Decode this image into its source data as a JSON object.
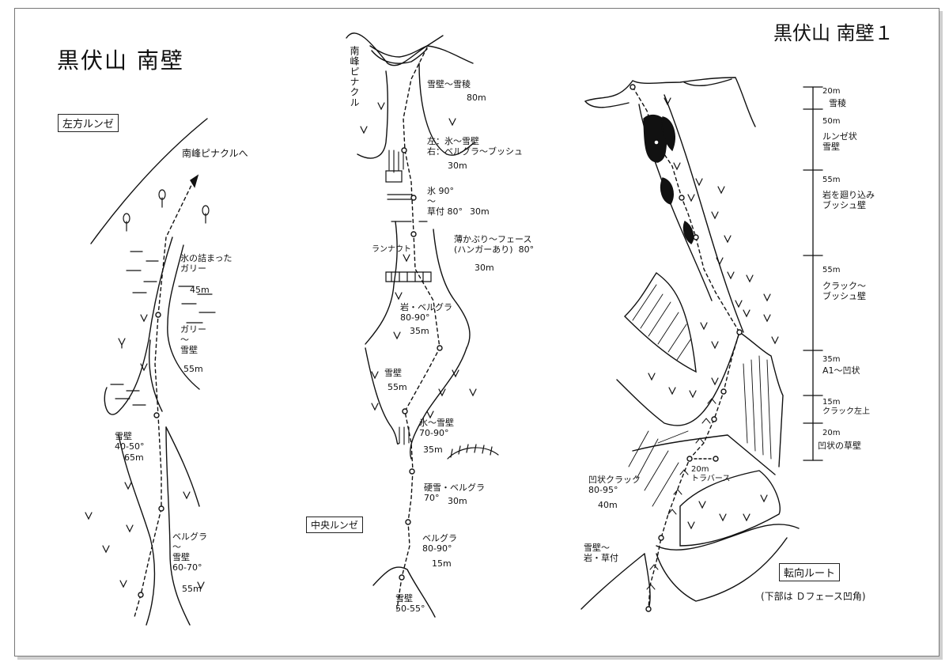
{
  "header": {
    "title": "黒伏山 南壁１",
    "handwritten_title": "黒伏山 南壁"
  },
  "left_route": {
    "name": "左方ルンゼ",
    "top_note": "南峰ピナクルへ",
    "pitches": [
      {
        "desc": "氷の詰まった\nガリー",
        "len": "45m"
      },
      {
        "desc": "ガリー\n〜\n雪壁",
        "len": "55m"
      },
      {
        "desc": "雪壁\n40-50°",
        "len": "65m"
      },
      {
        "desc": "ベルグラ\n〜\n雪壁\n60-70°",
        "len": "55m"
      }
    ]
  },
  "center_route": {
    "name": "中央ルンゼ",
    "top_label": "南峰ピナクル",
    "landmark": "ランナウト",
    "pitches": [
      {
        "desc": "雪壁〜雪稜",
        "len": "80m"
      },
      {
        "desc": "左：氷〜雪壁\n右：ベルグラ〜ブッシュ",
        "len": "30m"
      },
      {
        "desc": "氷 90°\n〜\n草付 80°",
        "len": "30m"
      },
      {
        "desc": "薄かぶり〜フェース\n(ハンガーあり)  80°",
        "len": "30m"
      },
      {
        "desc": "岩・ベルグラ\n80-90°",
        "len": "35m"
      },
      {
        "desc": "雪壁",
        "len": "55m"
      },
      {
        "desc": "氷〜雪壁\n70-90°",
        "len": "35m"
      },
      {
        "desc": "硬雪・ベルグラ\n70°",
        "len": "30m"
      },
      {
        "desc": "ベルグラ\n80-90°",
        "len": "15m"
      },
      {
        "desc": "雪壁\n50-55°",
        "len": ""
      }
    ]
  },
  "right_route": {
    "name": "転向ルート",
    "note": "(下部は Ｄフェース凹角)",
    "traverse": "20m\nトラバース",
    "lower_pitches": [
      {
        "desc": "凹状クラック\n80-95°",
        "len": "40m"
      },
      {
        "desc": "雪壁〜\n岩・草付",
        "len": ""
      }
    ],
    "scale": [
      {
        "len": "20m",
        "desc": "雪稜"
      },
      {
        "len": "50m",
        "desc": "ルンゼ状\n雪壁"
      },
      {
        "len": "55m",
        "desc": "岩を廻り込み\nブッシュ壁"
      },
      {
        "len": "55m",
        "desc": "クラック〜\nブッシュ壁"
      },
      {
        "len": "35m",
        "desc": "A1〜凹状"
      },
      {
        "len": "15m",
        "desc": "クラック左上"
      },
      {
        "len": "20m",
        "desc": "凹状の草壁"
      }
    ]
  }
}
